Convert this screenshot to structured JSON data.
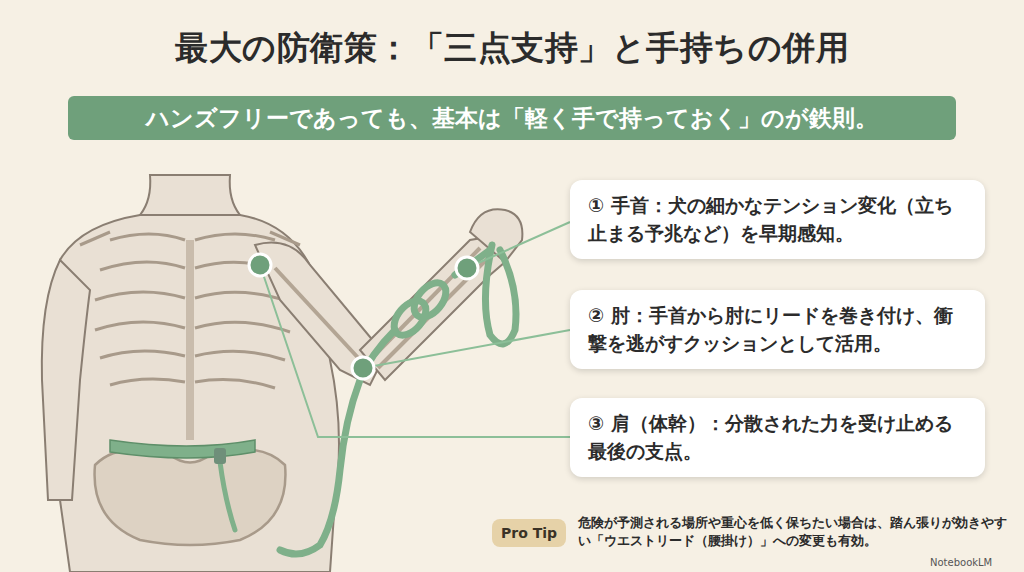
{
  "diagram": {
    "title": "最大の防衛策：「三点支持」と手持ちの併用",
    "nodes": [
      {
        "text": [
          "ハンズフリーであっても、基本は「軽く手で持っておく」のが鉄則。"
        ]
      },
      {
        "text": [
          "① 手首：犬の細かなテンション変化（立ち止まる予兆など）を早期感知。"
        ]
      },
      {
        "text": [
          "② 肘：手首から肘にリードを巻き付け、衝撃を逃がすクッションとして活用。"
        ]
      },
      {
        "text": [
          "③ 肩（体幹）：分散された力を受け止める最後の支点。"
        ]
      },
      {
        "text": [
          "Pro Tip"
        ]
      }
    ],
    "labels": [
      "危険が予測される場所や重心を低く保ちたい場合は、踏ん張りが効きやすい「ウエストリード（腰掛け）」への変更も有効。",
      "NotebookLM"
    ]
  }
}
